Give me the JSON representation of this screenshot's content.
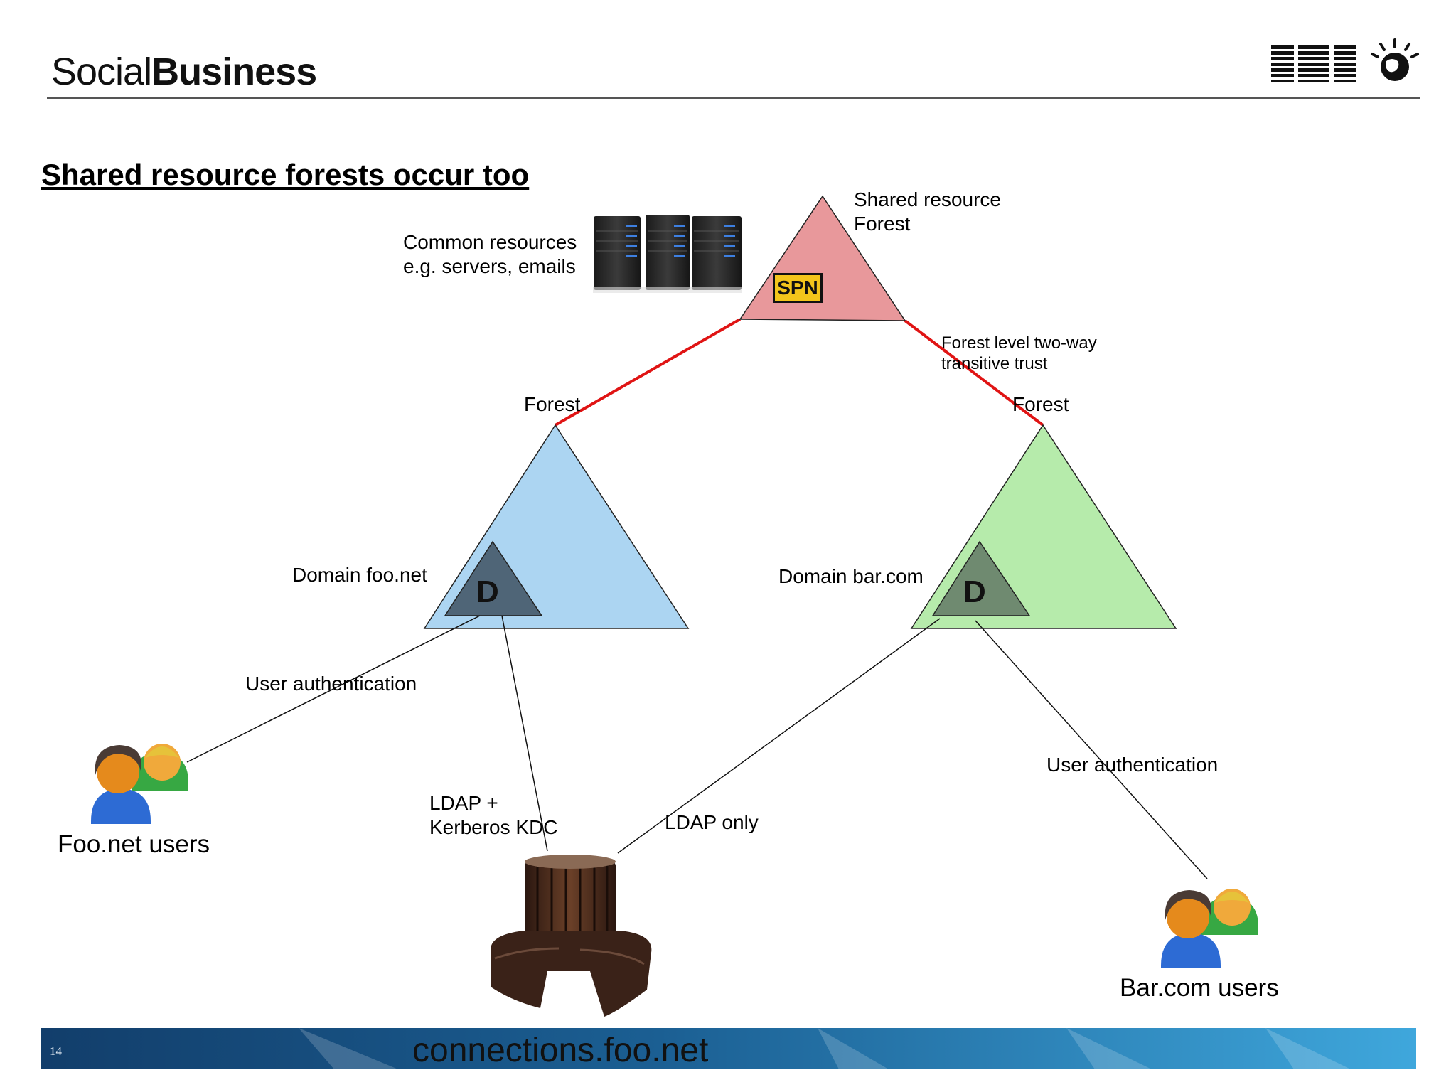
{
  "header": {
    "brand_light": "Social",
    "brand_bold": "Business",
    "logo_text": "IBM"
  },
  "slide": {
    "title": "Shared resource forests occur too",
    "page_number": "14"
  },
  "diagram": {
    "shared_forest_label_line1": "Shared resource",
    "shared_forest_label_line2": "Forest",
    "common_resources_line1": "Common resources",
    "common_resources_line2": "e.g. servers, emails",
    "spn_label": "SPN",
    "trust_label_line1": "Forest level two-way",
    "trust_label_line2": "transitive trust",
    "left_forest_label": "Forest",
    "right_forest_label": "Forest",
    "left_domain_label": "Domain foo.net",
    "right_domain_label": "Domain bar.com",
    "domain_controller_letter": "D",
    "left_auth_label": "User authentication",
    "right_auth_label": "User authentication",
    "ldap_kerberos_line1": "LDAP +",
    "ldap_kerberos_line2": "Kerberos KDC",
    "ldap_only_label": "LDAP only",
    "foo_users_label": "Foo.net users",
    "bar_users_label": "Bar.com users",
    "server_label": "connections.foo.net"
  },
  "colors": {
    "shared_forest": "#e8989b",
    "left_forest": "#acd5f2",
    "right_forest": "#b6ebab",
    "left_domain": "#4f6577",
    "right_domain": "#6f8a70",
    "trust_line": "#e01414",
    "spn_fill": "#f3c51b",
    "footer_dark": "#123e6b",
    "footer_light": "#3fa7dc"
  }
}
